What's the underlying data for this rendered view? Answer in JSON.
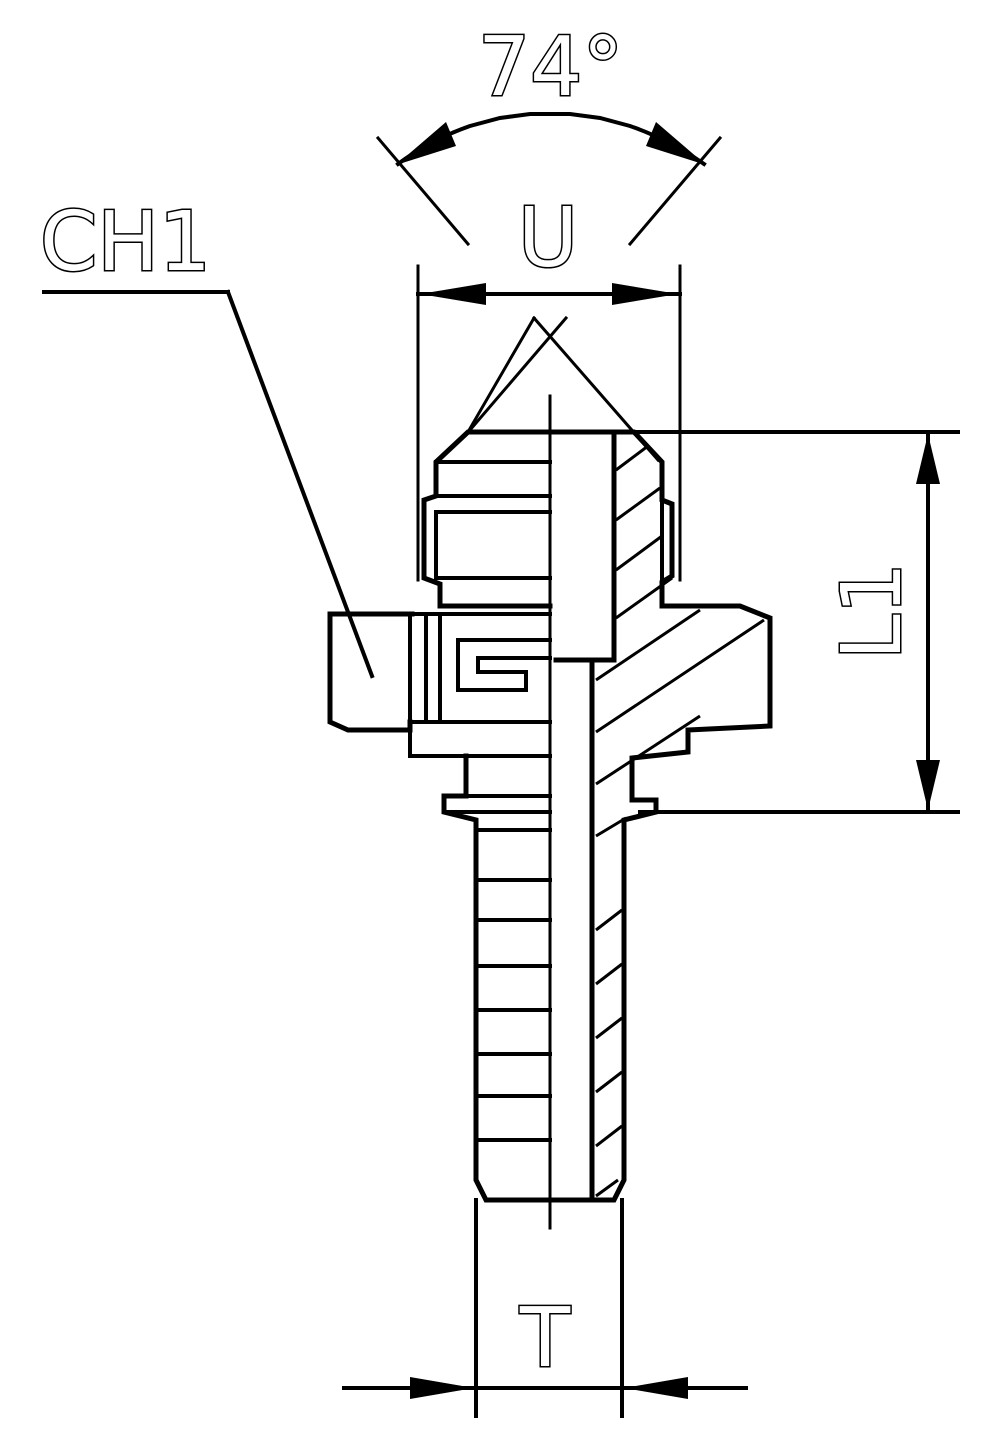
{
  "drawing": {
    "labels": {
      "angle": "74°",
      "hex": "CH1",
      "thread_diameter": "U",
      "length": "L1",
      "tail_diameter": "T"
    }
  }
}
